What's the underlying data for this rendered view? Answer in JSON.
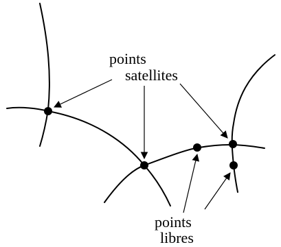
{
  "labels": {
    "satellite_line1": "points",
    "satellite_line2": "satellites",
    "free_line1": "points",
    "free_line2": "libres"
  },
  "colors": {
    "ink": "#000000",
    "background": "#ffffff"
  }
}
